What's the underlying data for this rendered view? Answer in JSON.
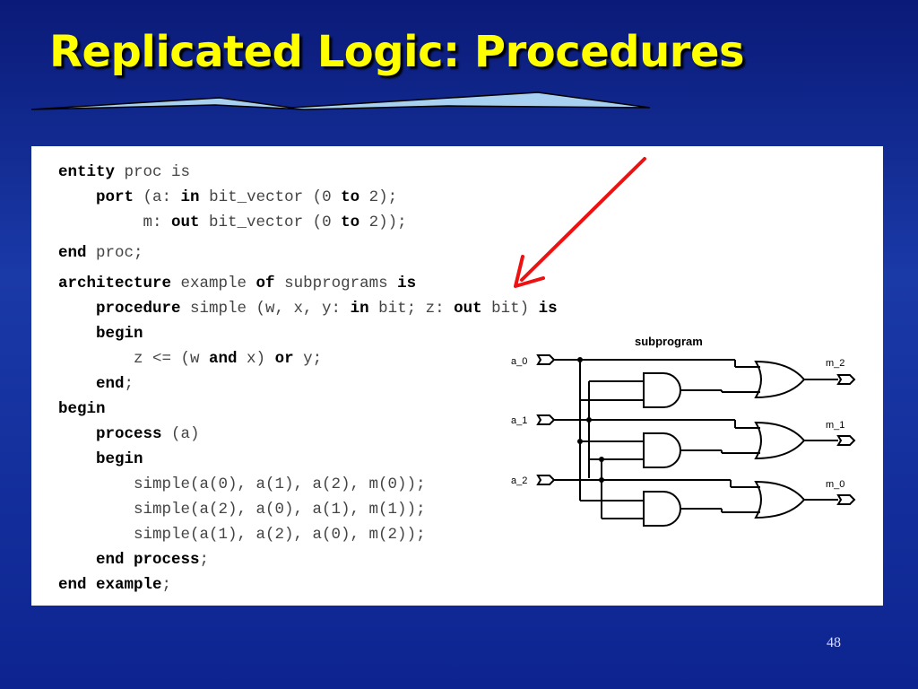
{
  "slide": {
    "title": "Replicated Logic: Procedures",
    "page_number": "48"
  },
  "code_lines": [
    [
      {
        "t": "entity",
        "k": true
      },
      {
        "t": " proc is"
      }
    ],
    [
      {
        "t": "    "
      },
      {
        "t": "port",
        "k": true
      },
      {
        "t": " (a: "
      },
      {
        "t": "in",
        "k": true
      },
      {
        "t": " bit_vector (0 "
      },
      {
        "t": "to",
        "k": true
      },
      {
        "t": " 2);"
      }
    ],
    [
      {
        "t": "         m: "
      },
      {
        "t": "out",
        "k": true
      },
      {
        "t": " bit_vector (0 "
      },
      {
        "t": "to",
        "k": true
      },
      {
        "t": " 2));"
      }
    ],
    [
      {
        "t": "end",
        "k": true
      },
      {
        "t": " proc;"
      }
    ],
    [
      {
        "t": "architecture",
        "k": true
      },
      {
        "t": " example "
      },
      {
        "t": "of",
        "k": true
      },
      {
        "t": " subprograms "
      },
      {
        "t": "is",
        "k": true
      }
    ],
    [
      {
        "t": "    "
      },
      {
        "t": "procedure",
        "k": true
      },
      {
        "t": " simple (w, x, y: "
      },
      {
        "t": "in",
        "k": true
      },
      {
        "t": " bit; z: "
      },
      {
        "t": "out",
        "k": true
      },
      {
        "t": " bit) "
      },
      {
        "t": "is",
        "k": true
      }
    ],
    [
      {
        "t": "    "
      },
      {
        "t": "begin",
        "k": true
      }
    ],
    [
      {
        "t": "        z <= (w "
      },
      {
        "t": "and",
        "k": true
      },
      {
        "t": " x) "
      },
      {
        "t": "or",
        "k": true
      },
      {
        "t": " y;"
      }
    ],
    [
      {
        "t": "    "
      },
      {
        "t": "end",
        "k": true
      },
      {
        "t": ";"
      }
    ],
    [
      {
        "t": "begin",
        "k": true
      }
    ],
    [
      {
        "t": "    "
      },
      {
        "t": "process",
        "k": true
      },
      {
        "t": " (a)"
      }
    ],
    [
      {
        "t": "    "
      },
      {
        "t": "begin",
        "k": true
      }
    ],
    [
      {
        "t": "        simple(a(0), a(1), a(2), m(0));"
      }
    ],
    [
      {
        "t": "        simple(a(2), a(0), a(1), m(1));"
      }
    ],
    [
      {
        "t": "        simple(a(1), a(2), a(0), m(2));"
      }
    ],
    [
      {
        "t": "    "
      },
      {
        "t": "end process",
        "k": true
      },
      {
        "t": ";"
      }
    ],
    [
      {
        "t": "end example",
        "k": true
      },
      {
        "t": ";"
      }
    ]
  ],
  "circuit": {
    "title": "subprogram",
    "inputs": [
      "a_0",
      "a_1",
      "a_2"
    ],
    "outputs": [
      "m_2",
      "m_1",
      "m_0"
    ]
  },
  "colors": {
    "title": "#ffff00",
    "arrow": "#ee1111",
    "ribbon": "#a8d0f0"
  }
}
